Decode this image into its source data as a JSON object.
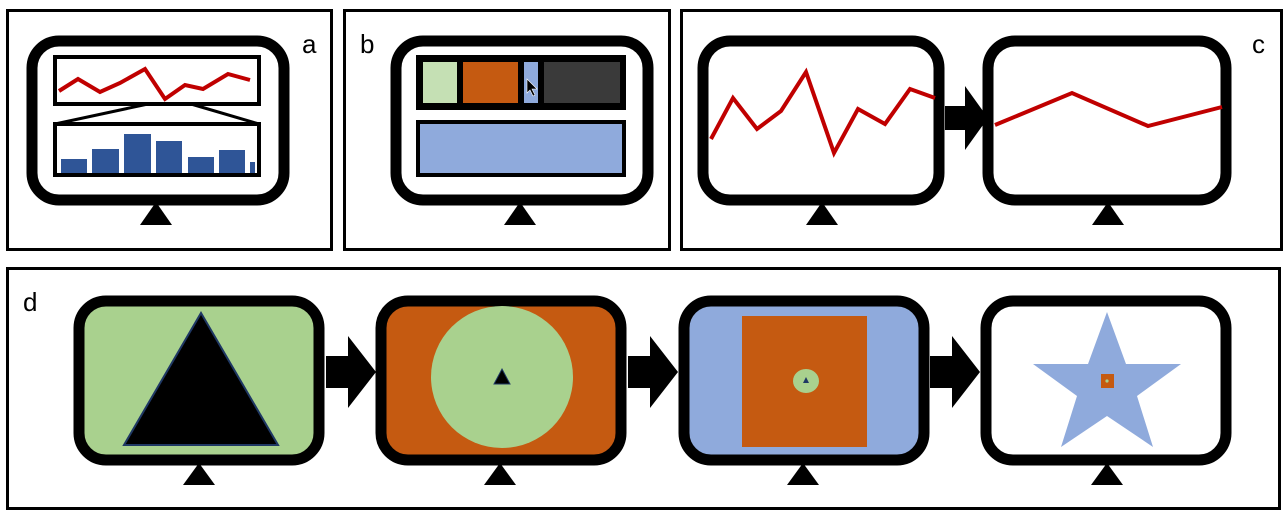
{
  "panels": {
    "a": {
      "label": "a"
    },
    "b": {
      "label": "b"
    },
    "c": {
      "label": "c"
    },
    "d": {
      "label": "d"
    }
  },
  "colors": {
    "frame": "#000000",
    "line_red": "#c00000",
    "bar_blue": "#2f5597",
    "light_green": "#c5e0b4",
    "green": "#a9d18e",
    "orange": "#c55a11",
    "light_blue": "#8faadc",
    "dark_gray": "#3a3a3a",
    "background": "#ffffff"
  },
  "icons": {
    "monitor": "monitor-icon",
    "cursor": "mouse-cursor-icon",
    "arrow": "right-arrow-icon",
    "triangle": "triangle-shape-icon",
    "circle": "circle-shape-icon",
    "square": "square-shape-icon",
    "star": "star-shape-icon"
  }
}
